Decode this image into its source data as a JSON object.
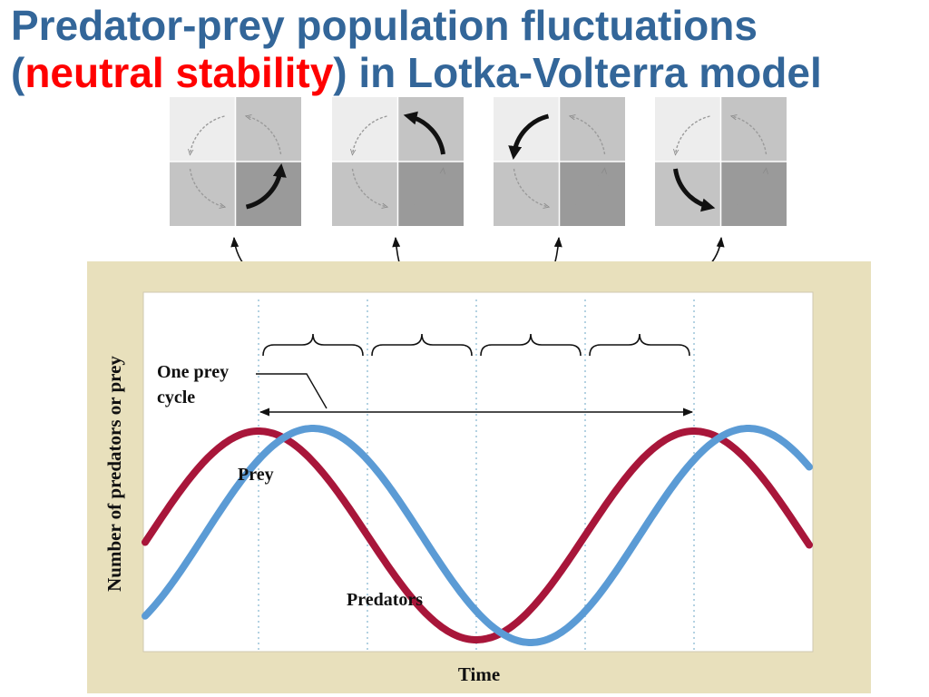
{
  "title": {
    "line1": "Predator-prey population fluctuations",
    "line2_open": "(",
    "line2_highlight": "neutral stability",
    "line2_close": ") in Lotka-Volterra model"
  },
  "labels": {
    "one_prey_cycle_line1": "One prey",
    "one_prey_cycle_line2": "cycle",
    "prey": "Prey",
    "predators": "Predators",
    "y_axis": "Number of predators or prey",
    "x_axis": "Time"
  },
  "colors": {
    "title": "#336699",
    "title_highlight": "#ff0000",
    "prey": "#5b9bd5",
    "predators": "#a8163a",
    "frame": "#e8e0bc"
  },
  "panels": [
    {
      "active_quadrant": "bottom-right",
      "arrow": "up"
    },
    {
      "active_quadrant": "top-right",
      "arrow": "left"
    },
    {
      "active_quadrant": "top-left",
      "arrow": "down"
    },
    {
      "active_quadrant": "bottom-left",
      "arrow": "right"
    }
  ]
}
